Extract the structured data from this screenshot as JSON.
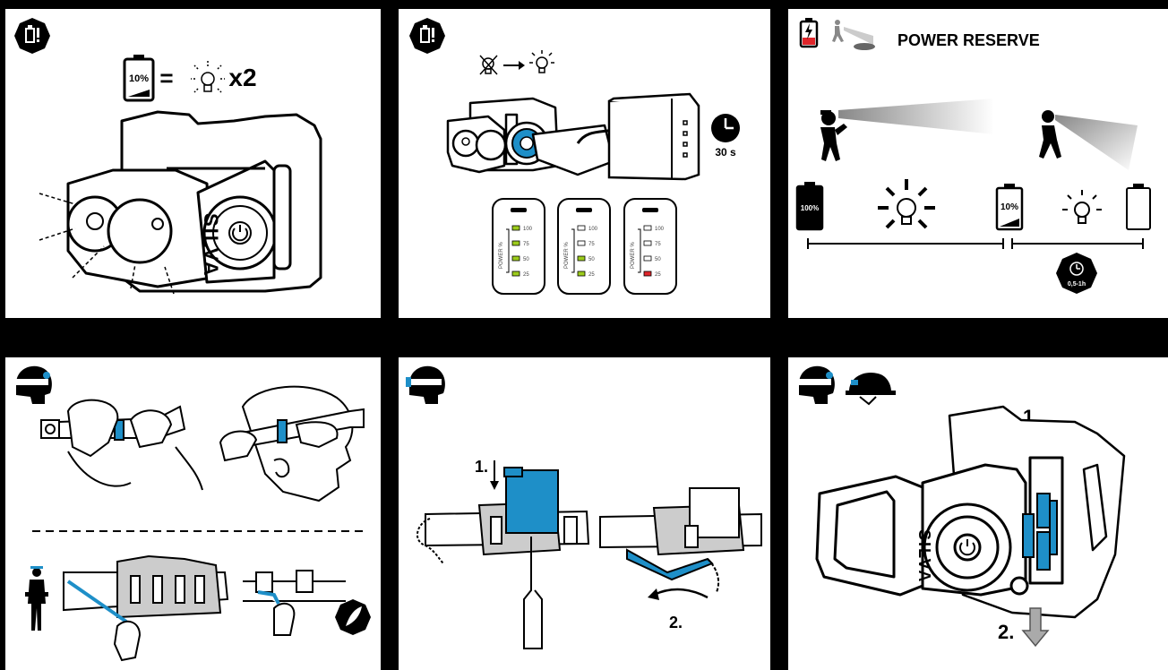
{
  "panel1": {
    "battery_level": "10%",
    "equals": "=",
    "multiplier": "x2",
    "brand": "SILVA"
  },
  "panel2": {
    "time": "30 s",
    "gauge_axis": "POWER %",
    "gauge_ticks": [
      "100",
      "75",
      "50",
      "25"
    ],
    "gauges": [
      {
        "fill": [
          "green",
          "green",
          "green",
          "green"
        ]
      },
      {
        "fill": [
          "empty",
          "empty",
          "green",
          "green"
        ]
      },
      {
        "fill": [
          "empty",
          "empty",
          "empty",
          "red"
        ]
      }
    ],
    "colors": {
      "green": "#9ccc1c",
      "red": "#e0262b",
      "accent": "#1e8fc8"
    }
  },
  "panel3": {
    "title": "POWER RESERVE",
    "battery_full": "100%",
    "battery_low": "10%",
    "reserve_time": "0,5-1h"
  },
  "panel5": {
    "step1": "1.",
    "step2": "2."
  },
  "panel6": {
    "step1": "1.",
    "step2": "2.",
    "brand": "SILVA"
  }
}
